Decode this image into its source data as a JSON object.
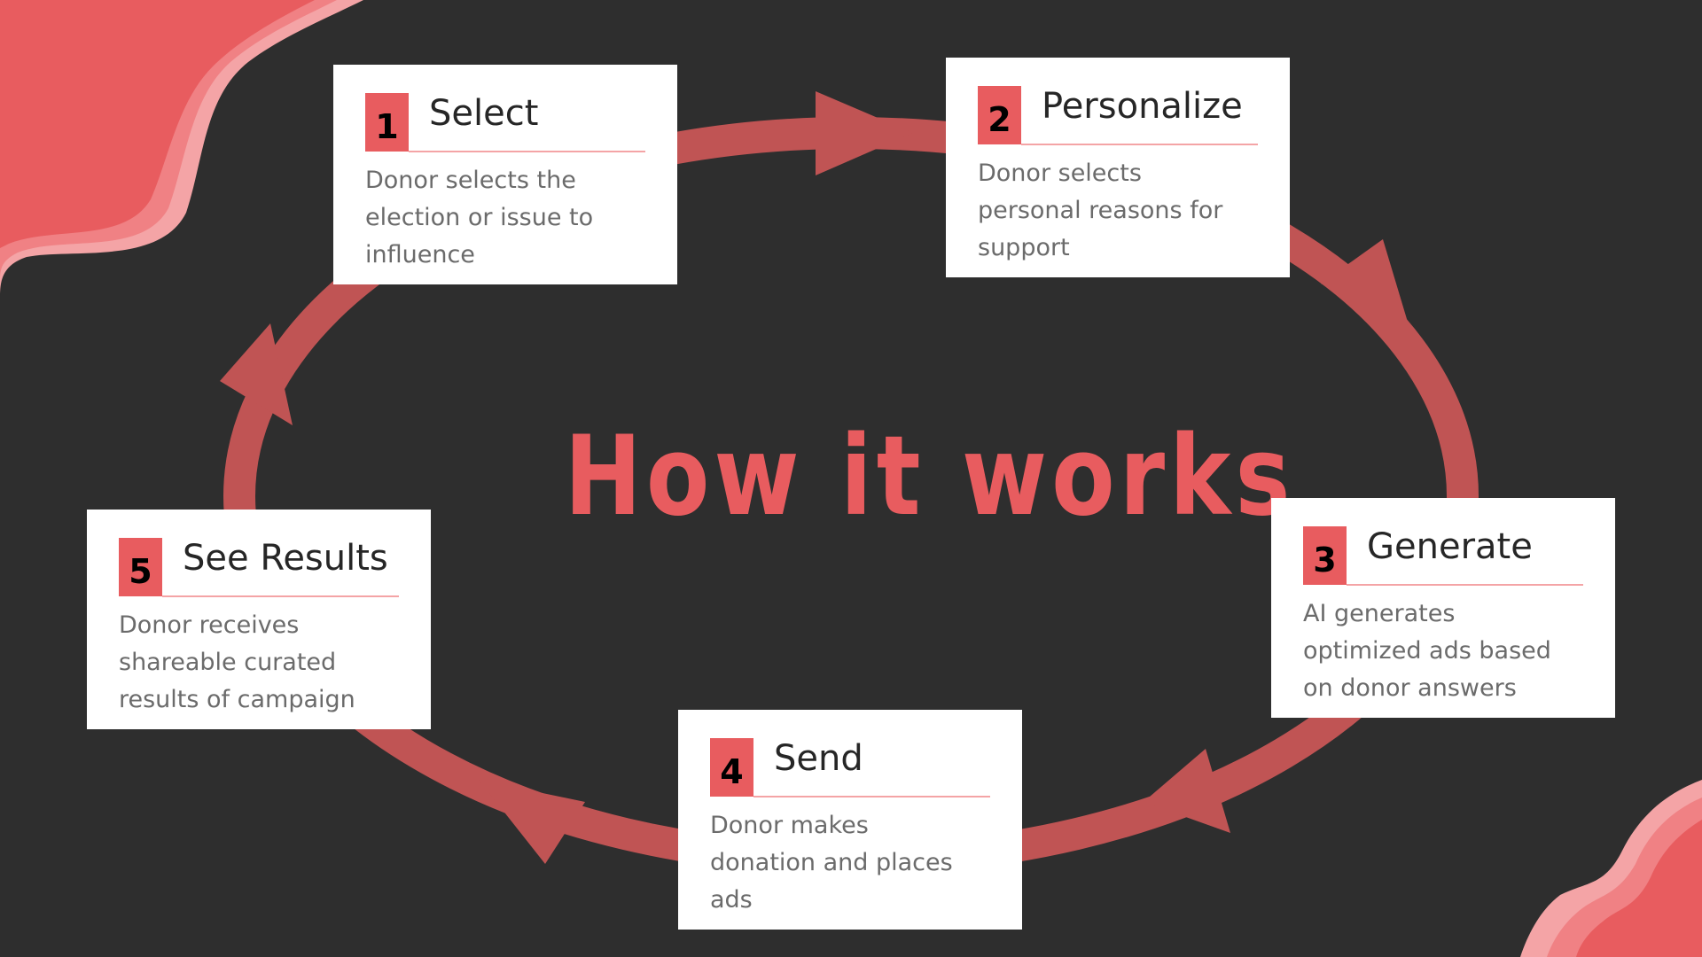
{
  "heading": "How it works",
  "colors": {
    "background": "#2e2e2e",
    "accent": "#e85c5f",
    "arrow": "#c05454",
    "card": "#ffffff",
    "wave_light": "#f4a4a6"
  },
  "steps": [
    {
      "number": "1",
      "title": "Select",
      "lines": [
        "Donor selects the",
        "election or issue to",
        "influence"
      ]
    },
    {
      "number": "2",
      "title": "Personalize",
      "lines": [
        "Donor selects",
        "personal reasons for",
        "support"
      ]
    },
    {
      "number": "3",
      "title": "Generate",
      "lines": [
        "AI generates",
        "optimized ads based",
        "on donor answers"
      ]
    },
    {
      "number": "4",
      "title": "Send",
      "lines": [
        "Donor makes",
        "donation and places",
        "ads"
      ]
    },
    {
      "number": "5",
      "title": "See Results",
      "lines": [
        "Donor receives",
        "shareable  curated",
        "results of campaign"
      ]
    }
  ]
}
